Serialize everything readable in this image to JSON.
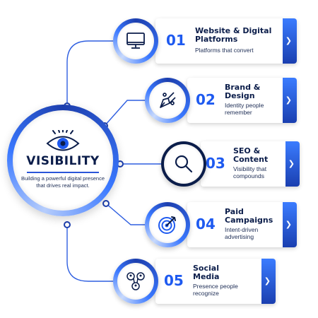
{
  "hub": {
    "title": "VISIBILITY",
    "tagline": "Building a powerful digital presence that drives real impact.",
    "icon": "eye-icon"
  },
  "steps": [
    {
      "number": "01",
      "heading": "Website & Digital Platforms",
      "subtext": "Platforms that convert",
      "icon": "monitor-icon"
    },
    {
      "number": "02",
      "heading": "Brand & Design",
      "subtext": "Identity people remember",
      "icon": "pen-tool-icon"
    },
    {
      "number": "03",
      "heading": "SEO & Content",
      "subtext": "Visibility that compounds",
      "icon": "magnifier-icon"
    },
    {
      "number": "04",
      "heading": "Paid Campaigns",
      "subtext": "Intent-driven advertising",
      "icon": "target-icon"
    },
    {
      "number": "05",
      "heading": "Social Media",
      "subtext": "Presence people recognize",
      "icon": "people-network-icon"
    }
  ],
  "colors": {
    "accent": "#1e5af0",
    "dark_blue": "#1a3fb0",
    "text_dark": "#0b1d4a"
  }
}
